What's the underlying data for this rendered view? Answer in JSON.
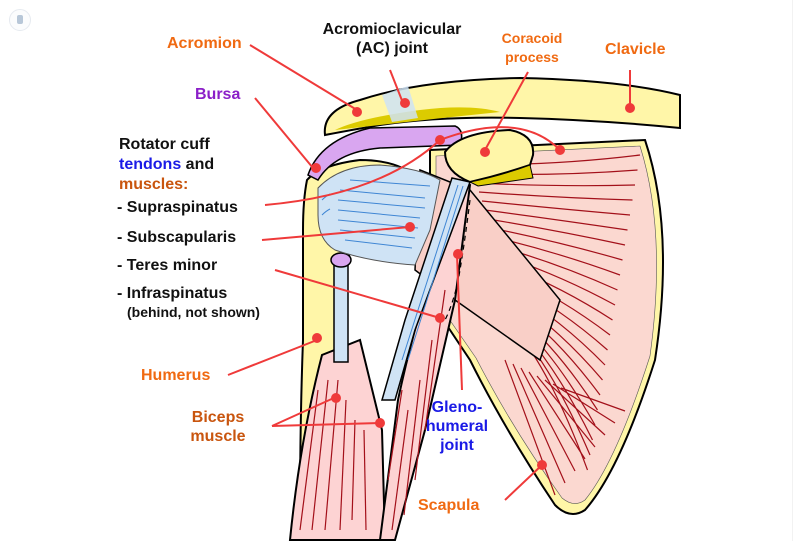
{
  "diagram": {
    "title": "Shoulder joint anatomy",
    "labels": {
      "acromion": "Acromion",
      "ac_joint_line1": "Acromioclavicular",
      "ac_joint_line2": "(AC) joint",
      "coracoid_line1": "Coracoid",
      "coracoid_line2": "process",
      "clavicle": "Clavicle",
      "bursa": "Bursa",
      "rotator_cuff_line1": "Rotator cuff",
      "rotator_cuff_tendons": "tendons",
      "rotator_cuff_and": " and",
      "rotator_cuff_muscles": "muscles:",
      "supraspinatus": "- Supraspinatus",
      "subscapularis": "- Subscapularis",
      "teres_minor": "- Teres minor",
      "infraspinatus": "- Infraspinatus",
      "infraspinatus_note": "(behind, not shown)",
      "humerus": "Humerus",
      "biceps_line1": "Biceps",
      "biceps_line2": "muscle",
      "glenohumeral_line1": "Gleno-",
      "glenohumeral_line2": "humeral",
      "glenohumeral_line3": "joint",
      "scapula": "Scapula"
    },
    "colors": {
      "bone": "#fff6a8",
      "bone_dark": "#dccb00",
      "tendon": "#cfe3f5",
      "tendon_line": "#3f86d4",
      "muscle": "#fbd2cc",
      "muscle_line": "#a3101a",
      "bursa": "#d9a6f0",
      "pointer": "#ef3a3a",
      "label_orange": "#f06a12",
      "label_blue": "#1a1ae6",
      "label_purple": "#8b1fc8"
    }
  }
}
